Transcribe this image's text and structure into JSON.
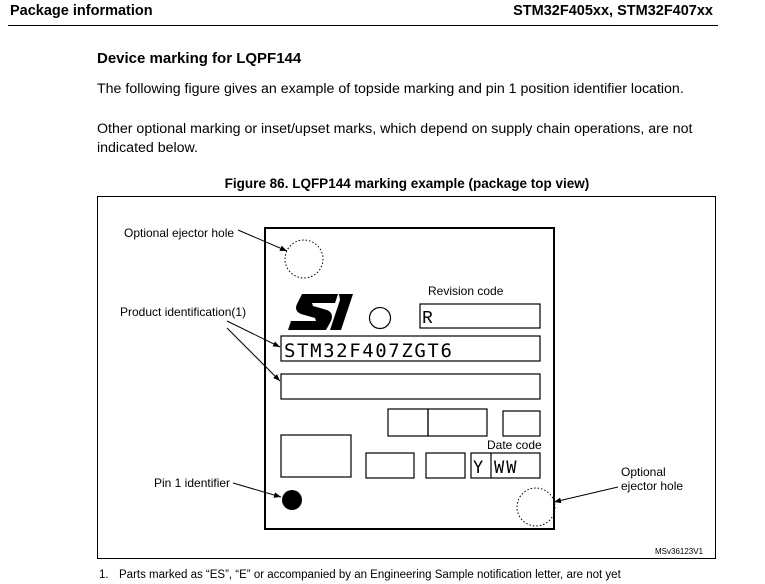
{
  "header": {
    "left": "Package information",
    "right": "STM32F405xx, STM32F407xx"
  },
  "section_title": "Device marking for LQPF144",
  "paragraphs": [
    "The following figure gives an example of topside marking and pin 1 position identifier location.",
    "Other optional marking or inset/upset marks, which depend on supply chain operations, are not indicated below."
  ],
  "figure": {
    "caption": "Figure 86. LQFP144 marking example (package top view)",
    "labels": {
      "ejector_top": "Optional ejector hole",
      "product_id": "Product identification(1)",
      "revision_code": "Revision code",
      "date_code": "Date code",
      "pin1": "Pin 1 identifier",
      "ejector_bottom_line1": "Optional",
      "ejector_bottom_line2": "ejector hole",
      "figure_id": "MSv36123V1"
    },
    "marking": {
      "revision": "R",
      "part_number": "STM32F407ZGT6",
      "date_y": "Y",
      "date_ww": "WW"
    }
  },
  "footnote": {
    "number": "1.",
    "text": "Parts marked as “ES”, “E” or accompanied by an Engineering Sample notification letter, are not yet"
  }
}
